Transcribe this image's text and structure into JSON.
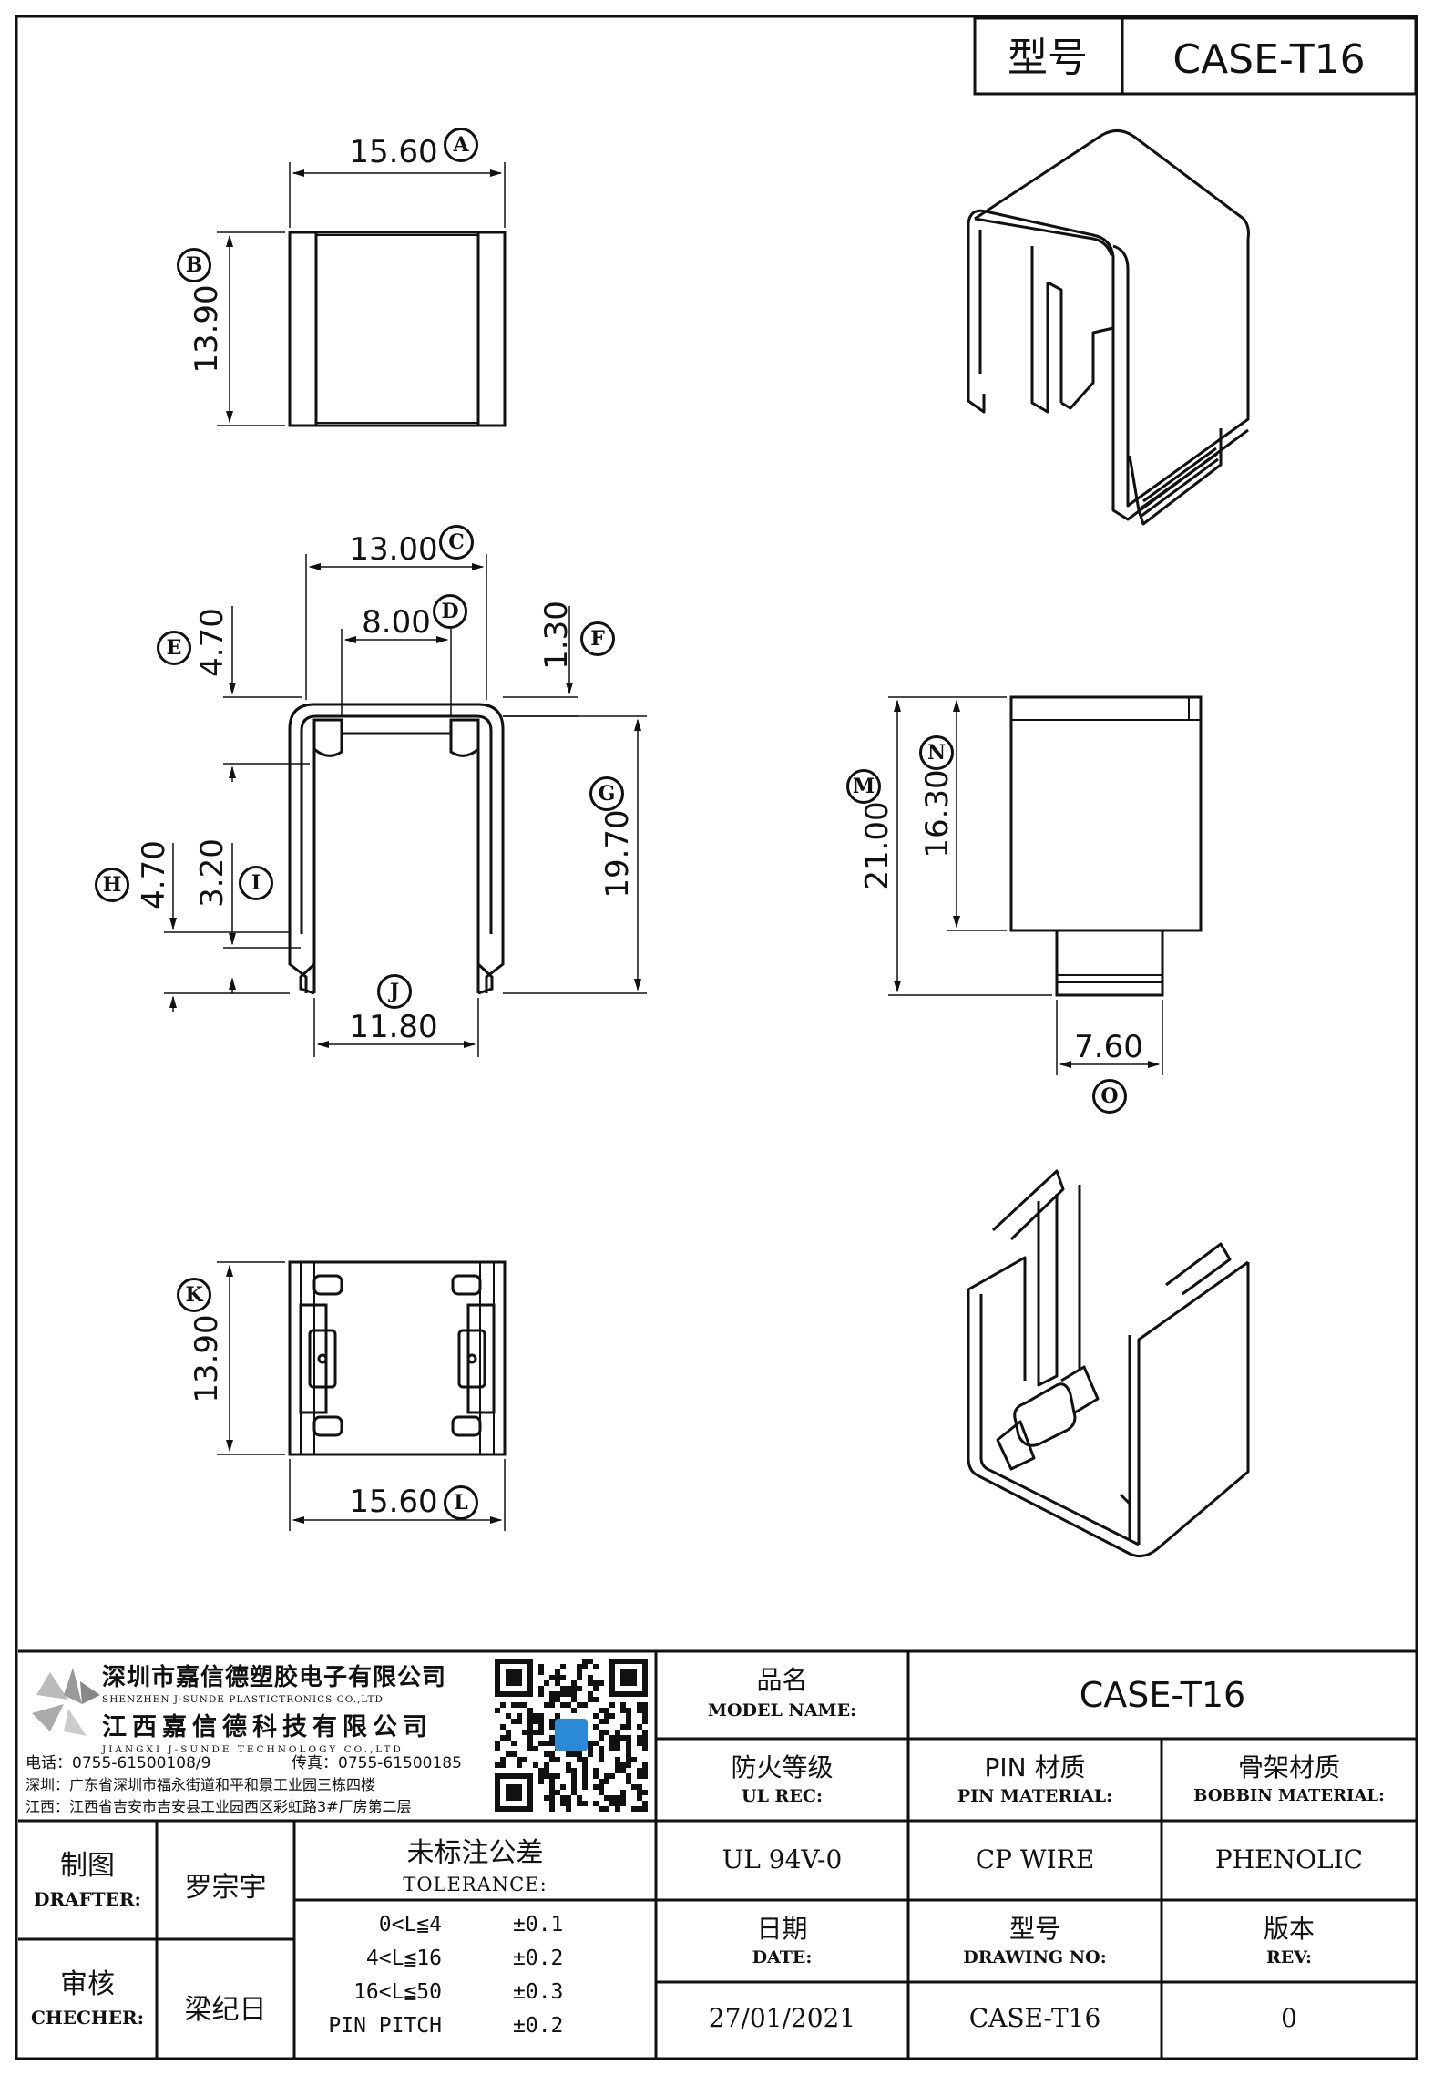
{
  "header": {
    "model_label": "型号",
    "model_value": "CASE-T16"
  },
  "dims": {
    "A": {
      "value": "15.60",
      "tag": "A"
    },
    "B": {
      "value": "13.90",
      "tag": "B"
    },
    "C": {
      "value": "13.00",
      "tag": "C"
    },
    "D": {
      "value": "8.00",
      "tag": "D"
    },
    "E": {
      "value": "4.70",
      "tag": "E"
    },
    "F": {
      "value": "1.30",
      "tag": "F"
    },
    "G": {
      "value": "19.70",
      "tag": "G"
    },
    "H": {
      "value": "4.70",
      "tag": "H"
    },
    "I": {
      "value": "3.20",
      "tag": "I"
    },
    "J": {
      "value": "11.80",
      "tag": "J"
    },
    "K": {
      "value": "13.90",
      "tag": "K"
    },
    "L": {
      "value": "15.60",
      "tag": "L"
    },
    "M": {
      "value": "21.00",
      "tag": "M"
    },
    "N": {
      "value": "16.30",
      "tag": "N"
    },
    "O": {
      "value": "7.60",
      "tag": "O"
    }
  },
  "company": {
    "name_cn_1": "深圳市嘉信德塑胶电子有限公司",
    "name_en_1": "SHENZHEN J-SUNDE PLASTICTRONICS CO.,LTD",
    "name_cn_2": "江西嘉信德科技有限公司",
    "name_en_2": "JIANGXI J-SUNDE TECHNOLOGY CO.,LTD",
    "phone": "电话：0755-61500108/9",
    "fax": "传真：0755-61500185",
    "addr_sz": "深圳：广东省深圳市福永街道和平和景工业园三栋四楼",
    "addr_jx": "江西：江西省吉安市吉安县工业园西区彩虹路3#厂房第二层"
  },
  "title_block": {
    "model_name_cn": "品名",
    "model_name_en": "MODEL NAME:",
    "model_name_value": "CASE-T16",
    "ul_cn": "防火等级",
    "ul_en": "UL REC:",
    "ul_value": "UL 94V-0",
    "pin_cn": "PIN 材质",
    "pin_en": "PIN MATERIAL:",
    "pin_value": "CP WIRE",
    "bobbin_cn": "骨架材质",
    "bobbin_en": "BOBBIN MATERIAL:",
    "bobbin_value": "PHENOLIC",
    "drafter_cn": "制图",
    "drafter_en": "DRAFTER:",
    "drafter_value": "罗宗宇",
    "checker_cn": "审核",
    "checker_en": "CHECHER:",
    "checker_value": "梁纪日",
    "tol_cn": "未标注公差",
    "tol_en": "TOLERANCE:",
    "tolerances": [
      {
        "range": "0<L≦4",
        "value": "±0.1"
      },
      {
        "range": "4<L≦16",
        "value": "±0.2"
      },
      {
        "range": "16<L≦50",
        "value": "±0.3"
      },
      {
        "range": "PIN PITCH",
        "value": "±0.2"
      }
    ],
    "date_cn": "日期",
    "date_en": "DATE:",
    "date_value": "27/01/2021",
    "drawing_cn": "型号",
    "drawing_en": "DRAWING NO:",
    "drawing_value": "CASE-T16",
    "rev_cn": "版本",
    "rev_en": "REV:",
    "rev_value": "0"
  }
}
